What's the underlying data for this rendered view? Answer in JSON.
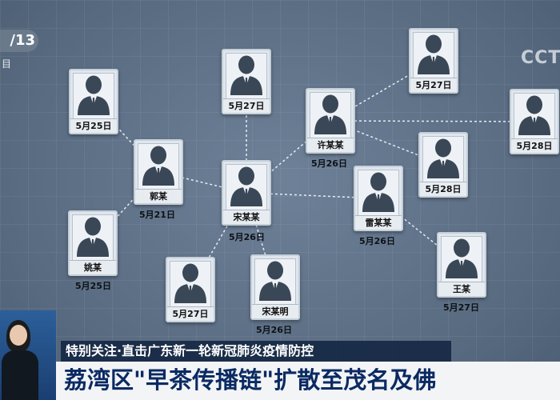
{
  "overlay": {
    "date_badge": "/13",
    "date_sub": "目",
    "channel_logo": "CCT"
  },
  "people": [
    {
      "id": "p1",
      "name": "",
      "date": "5月25日"
    },
    {
      "id": "p2",
      "name": "郭某",
      "date": "5月21日"
    },
    {
      "id": "p3",
      "name": "姚某",
      "date": "5月25日"
    },
    {
      "id": "p4",
      "name": "",
      "date": "5月27日"
    },
    {
      "id": "p5",
      "name": "宋某某",
      "date": "5月26日"
    },
    {
      "id": "p6",
      "name": "",
      "date": "5月27日"
    },
    {
      "id": "p7",
      "name": "宋某明",
      "date": "5月26日"
    },
    {
      "id": "p8",
      "name": "许某某",
      "date": "5月26日"
    },
    {
      "id": "p9",
      "name": "",
      "date": "5月27日"
    },
    {
      "id": "p10",
      "name": "",
      "date": "5月28日"
    },
    {
      "id": "p11",
      "name": "",
      "date": "5月28日"
    },
    {
      "id": "p12",
      "name": "雷某某",
      "date": "5月26日"
    },
    {
      "id": "p13",
      "name": "王某",
      "date": "5月27日"
    }
  ],
  "links": [
    [
      "p1",
      "p2"
    ],
    [
      "p2",
      "p3"
    ],
    [
      "p2",
      "p5"
    ],
    [
      "p4",
      "p5"
    ],
    [
      "p5",
      "p6"
    ],
    [
      "p5",
      "p7"
    ],
    [
      "p5",
      "p8"
    ],
    [
      "p5",
      "p12"
    ],
    [
      "p8",
      "p9"
    ],
    [
      "p8",
      "p10"
    ],
    [
      "p8",
      "p11"
    ],
    [
      "p12",
      "p13"
    ]
  ],
  "banner": {
    "top": "特别关注·直击广东新一轮新冠肺炎疫情防控",
    "main": "荔湾区\"早茶传播链\"扩散至茂名及佛"
  }
}
